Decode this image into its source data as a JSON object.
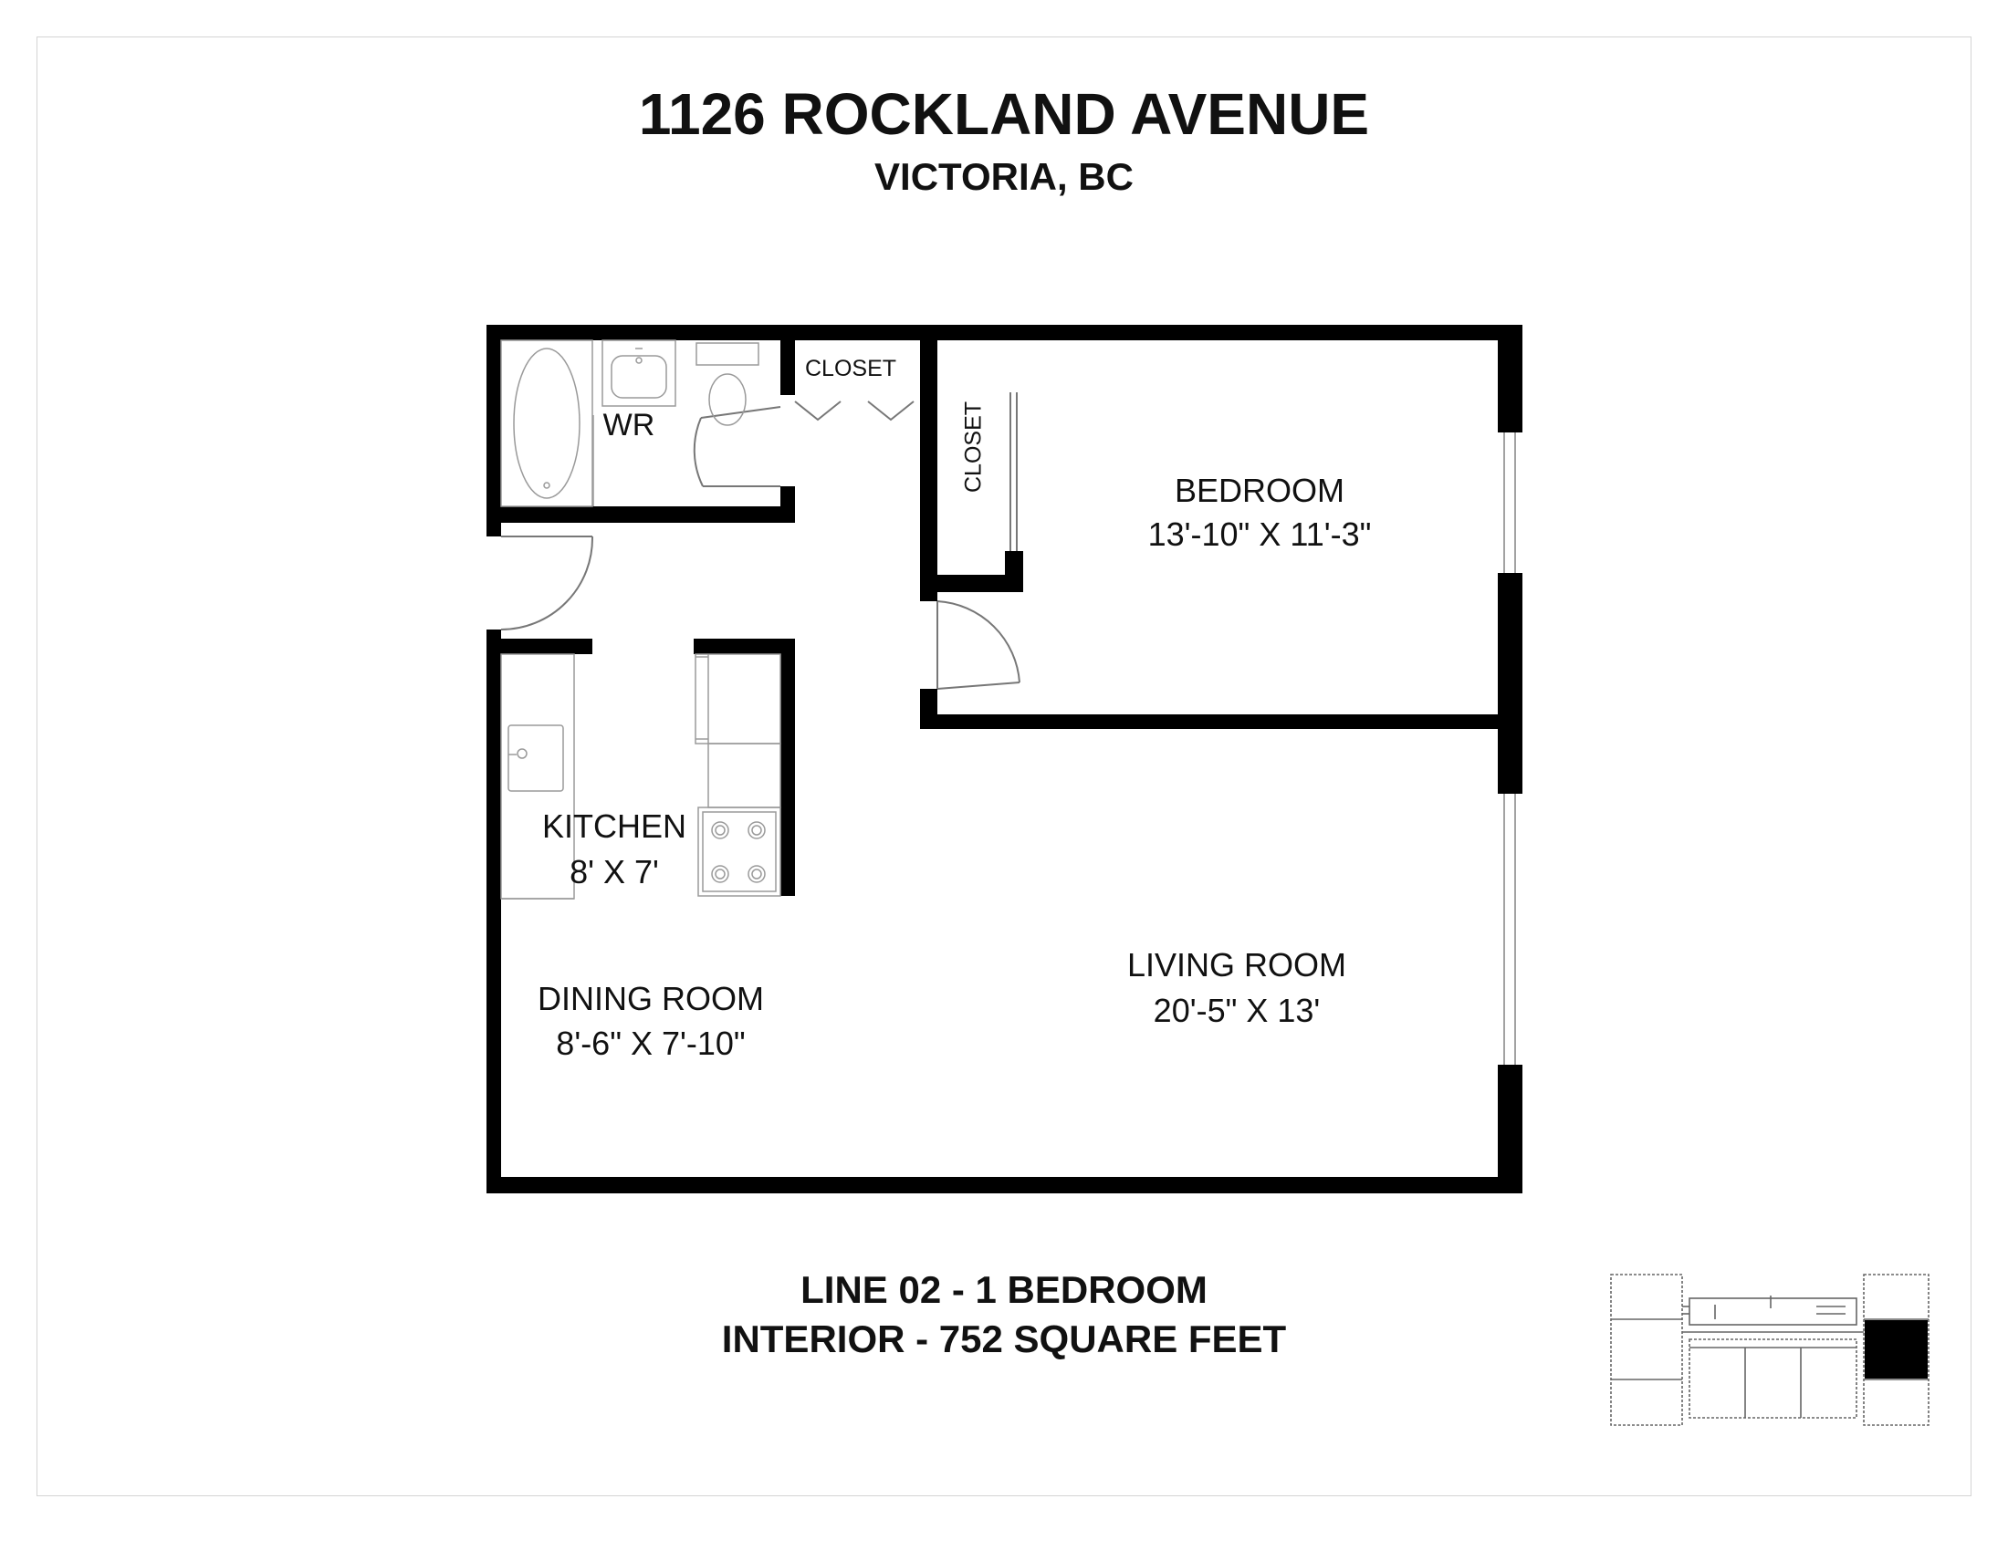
{
  "header": {
    "title": "1126 ROCKLAND AVENUE",
    "subtitle": "VICTORIA, BC"
  },
  "rooms": {
    "wr": {
      "name": "WR"
    },
    "closet_hall": {
      "name": "CLOSET"
    },
    "closet_bedroom": {
      "name": "CLOSET"
    },
    "bedroom": {
      "name": "BEDROOM",
      "size": "13'-10\" X 11'-3\""
    },
    "kitchen": {
      "name": "KITCHEN",
      "size": "8' X 7'"
    },
    "dining": {
      "name": "DINING ROOM",
      "size": "8'-6\" X 7'-10\""
    },
    "living": {
      "name": "LIVING ROOM",
      "size": "20'-5\" X 13'"
    }
  },
  "footer": {
    "line1": "LINE 02 - 1 BEDROOM",
    "line2": "INTERIOR - 752 SQUARE FEET"
  },
  "colors": {
    "wall": "#000000",
    "fixture": "#9a9a9a",
    "frame": "#d4d4d4"
  }
}
